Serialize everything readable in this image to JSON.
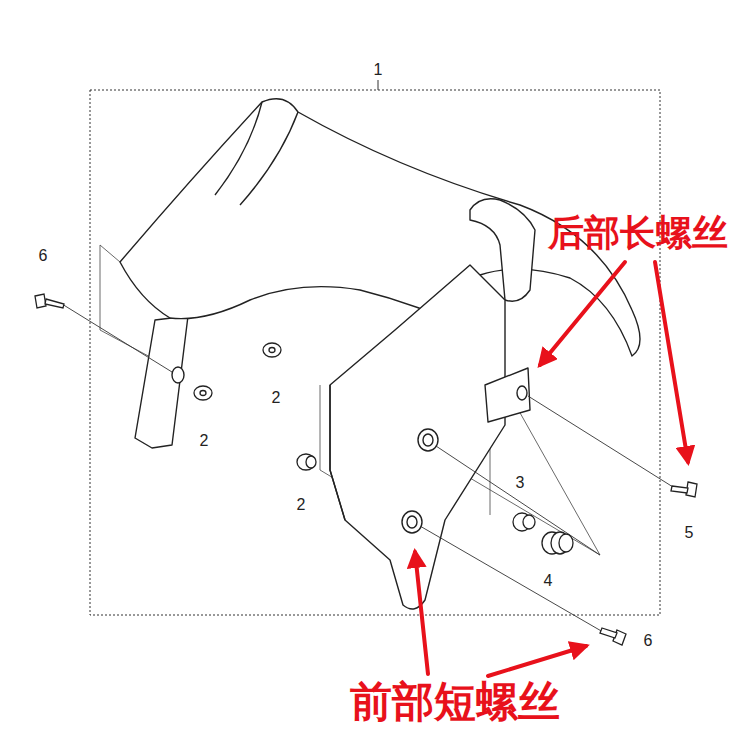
{
  "diagram": {
    "labels": [
      "1",
      "后部长螺丝",
      "6",
      "2",
      "2",
      "2",
      "3",
      "5",
      "4",
      "6",
      "前部短螺丝"
    ]
  }
}
